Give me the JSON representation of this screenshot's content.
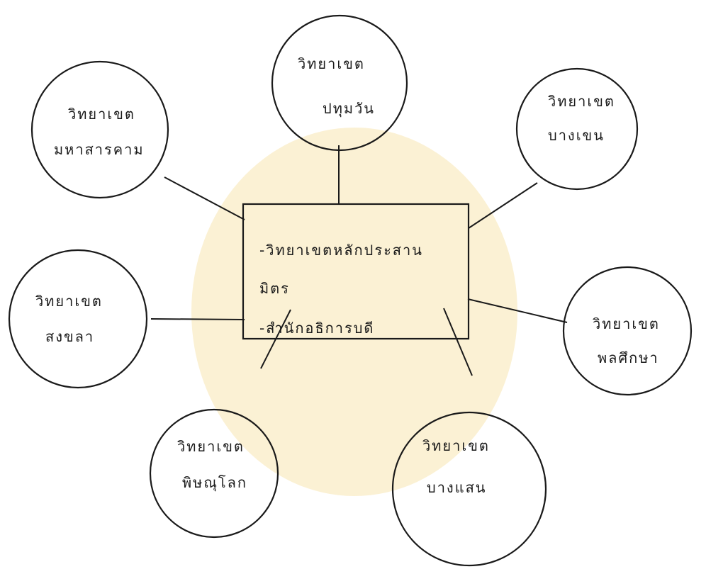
{
  "diagram": {
    "center": {
      "lines": [
        "-วิทยาเขตหลักประสาน",
        "มิตร",
        "-สำนักอธิการบดี"
      ]
    },
    "nodes": [
      {
        "id": "pathumwan",
        "lines": [
          "วิทยาเขต",
          "ปทุมวัน"
        ]
      },
      {
        "id": "bangkhen",
        "lines": [
          "วิทยาเขต",
          "บางเขน"
        ]
      },
      {
        "id": "phitsanulok-e",
        "lines": [
          "วิทยาเขต",
          "พลศึกษา"
        ]
      },
      {
        "id": "bangsaen",
        "lines": [
          "วิทยาเขต",
          "บางแสน"
        ]
      },
      {
        "id": "phitsanulok",
        "lines": [
          "วิทยาเขต",
          "พิษณุโลก"
        ]
      },
      {
        "id": "songkhla",
        "lines": [
          "วิทยาเขต",
          "สงขลา"
        ]
      },
      {
        "id": "mahasarakham",
        "lines": [
          "วิทยาเขต",
          "มหาสารคาม"
        ]
      }
    ],
    "watermark": "university-seal-watermark",
    "colors": {
      "ink": "#1a1a1a",
      "watermark": "#f6dfa0",
      "background": "#ffffff"
    }
  }
}
